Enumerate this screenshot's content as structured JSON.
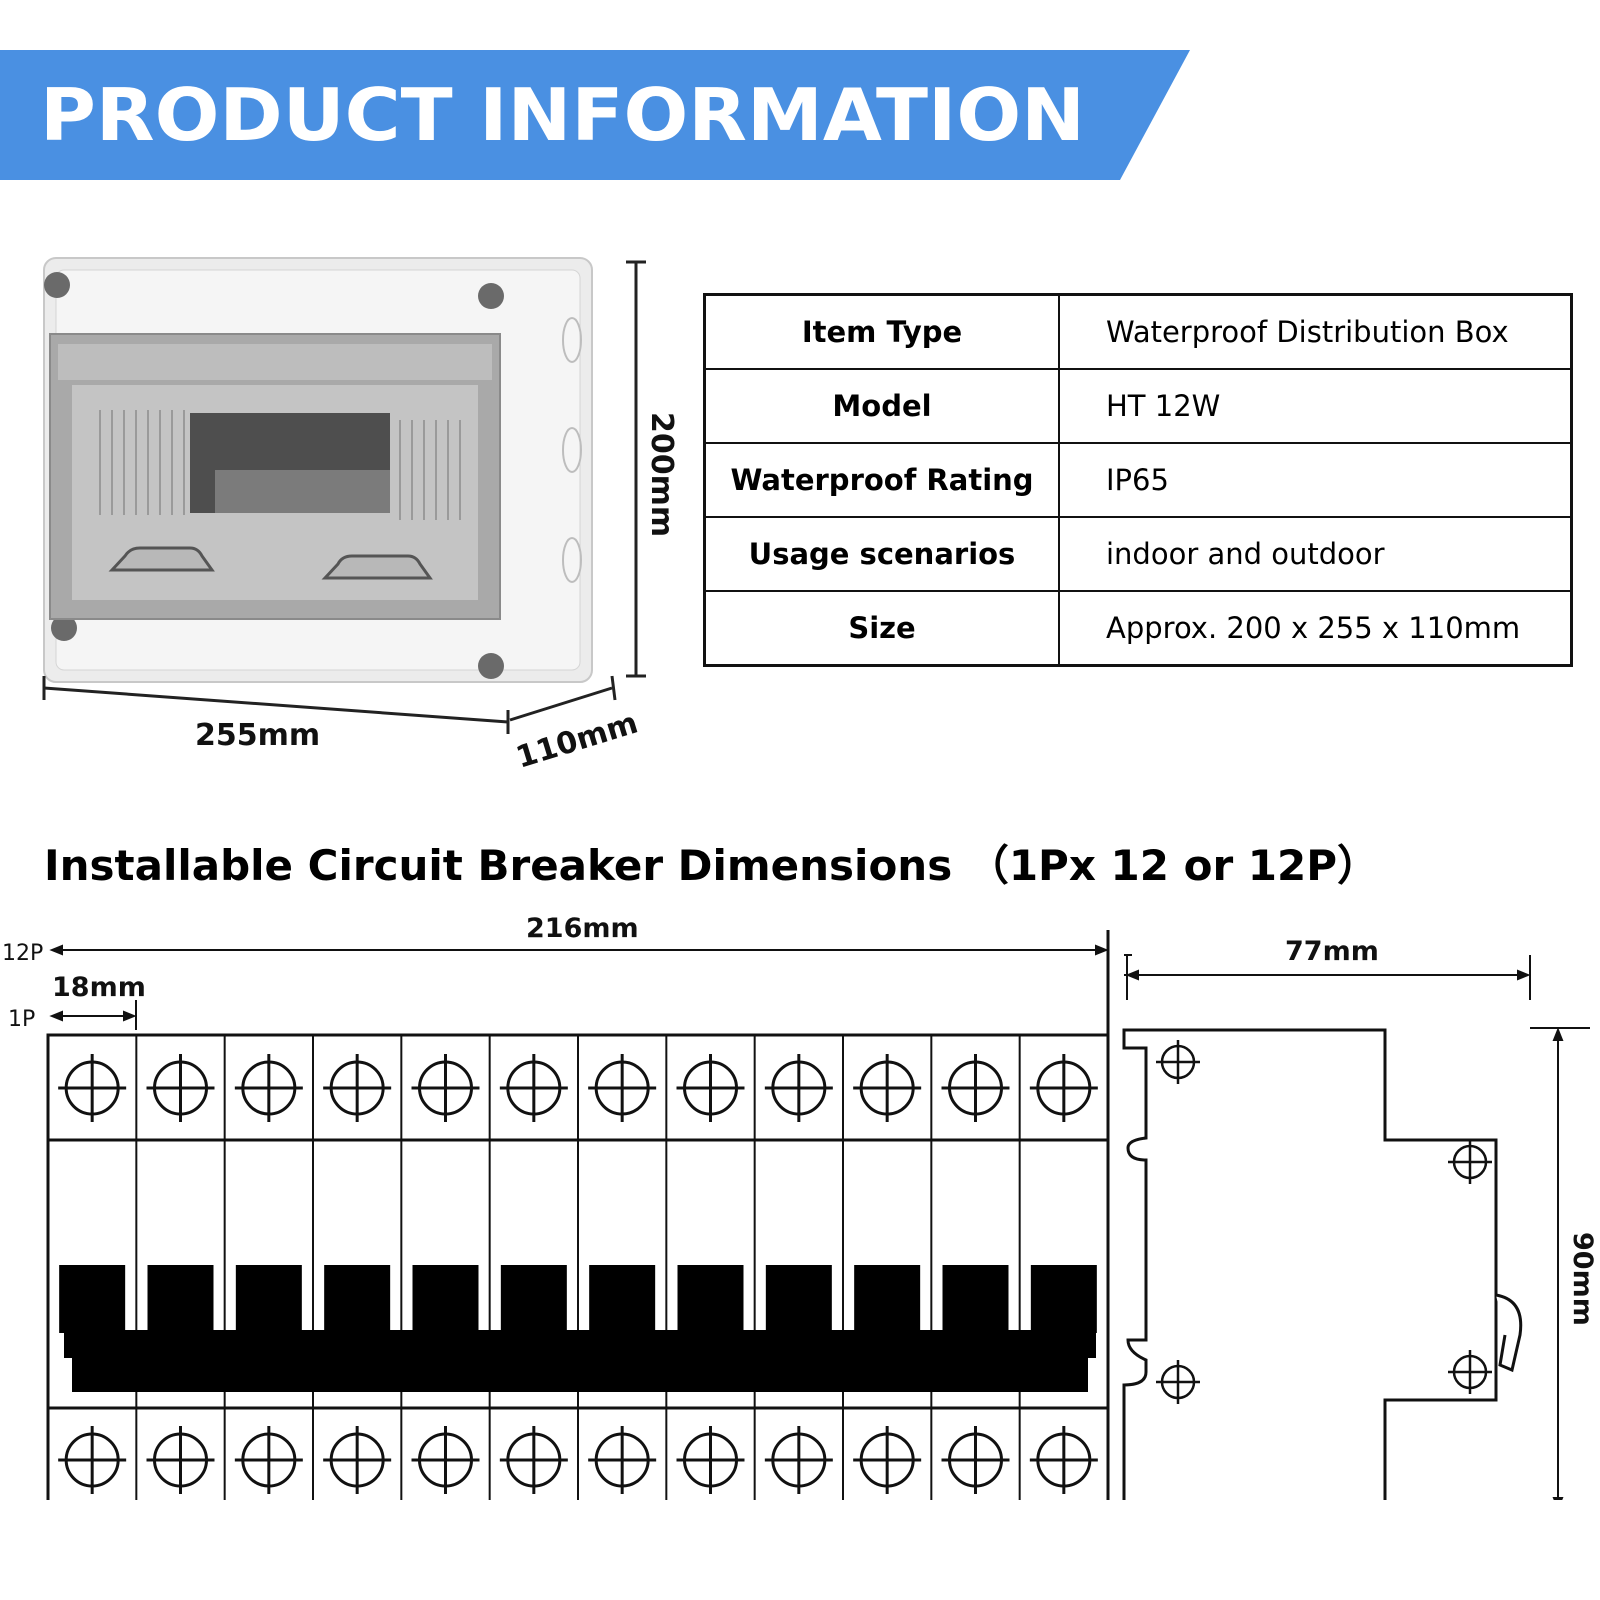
{
  "banner": {
    "title": "PRODUCT INFORMATION",
    "color": "#4a90e2"
  },
  "dimensions_box": {
    "height": "200mm",
    "width": "255mm",
    "depth": "110mm"
  },
  "spec_table": [
    {
      "key": "Item Type",
      "value": "Waterproof Distribution Box"
    },
    {
      "key": "Model",
      "value": "HT 12W"
    },
    {
      "key": "Waterproof Rating",
      "value": "IP65"
    },
    {
      "key": "Usage scenarios",
      "value": "indoor and outdoor"
    },
    {
      "key": "Size",
      "value": "Approx. 200 x 255 x 110mm"
    }
  ],
  "breaker_section": {
    "title": "Installable Circuit Breaker Dimensions （1Px 12 or 12P）",
    "total_width": "216mm",
    "pole_width": "18mm",
    "label_12p": "12P",
    "label_1p": "1P",
    "side_width": "77mm",
    "side_height": "90mm",
    "poles": 12
  }
}
